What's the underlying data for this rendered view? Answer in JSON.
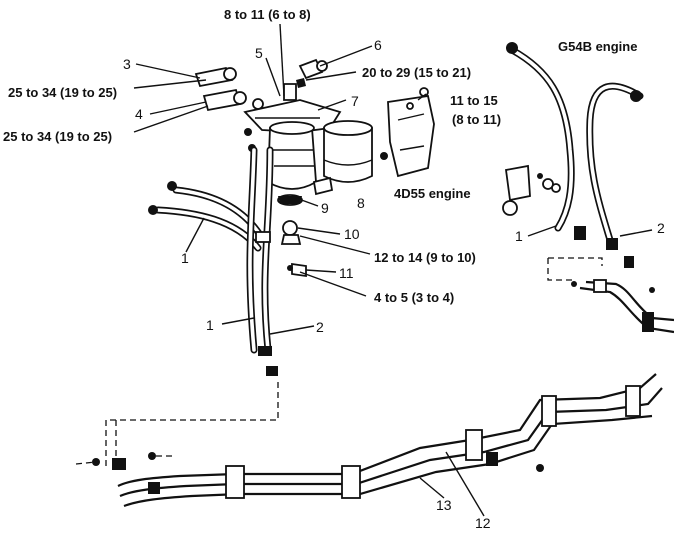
{
  "labels": {
    "torque_top": "8 to 11 (6 to 8)",
    "engine_g54b": "G54B engine",
    "part_3": "3",
    "part_5": "5",
    "part_6": "6",
    "torque_20_29": "20 to 29 (15 to 21)",
    "torque_25_34_a": "25 to 34 (19 to 25)",
    "part_4": "4",
    "part_7": "7",
    "torque_11_15": "11 to 15",
    "torque_8_11": "(8 to 11)",
    "torque_25_34_b": "25 to 34 (19 to 25)",
    "part_9": "9",
    "part_8": "8",
    "engine_4d55": "4D55 engine",
    "part_1_left": "1",
    "part_10": "10",
    "torque_12_14": "12 to 14 (9 to 10)",
    "part_11": "11",
    "torque_4_5": "4 to 5 (3 to 4)",
    "part_1_mid": "1",
    "part_2_mid": "2",
    "part_1_right": "1",
    "part_2_right": "2",
    "part_13": "13",
    "part_12": "12"
  }
}
